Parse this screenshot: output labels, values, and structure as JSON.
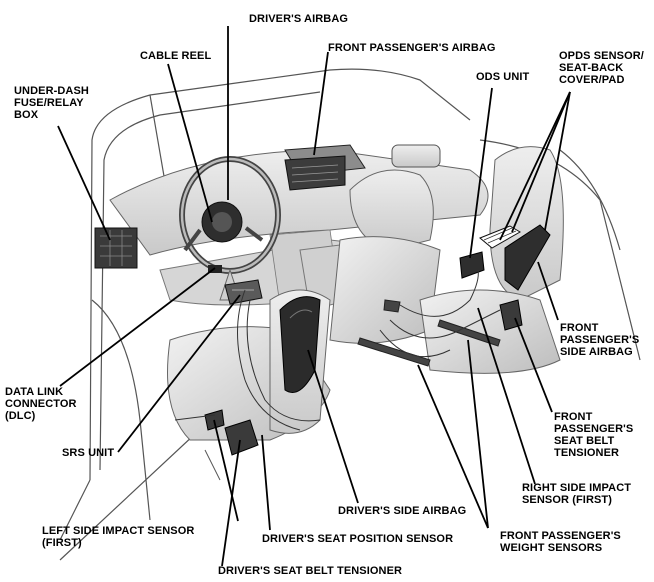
{
  "labels": {
    "drivers_airbag": "DRIVER'S AIRBAG",
    "cable_reel": "CABLE REEL",
    "front_passengers_airbag": "FRONT PASSENGER'S AIRBAG",
    "opds_sensor": "OPDS SENSOR/\nSEAT-BACK\nCOVER/PAD",
    "ods_unit": "ODS UNIT",
    "under_dash_box": "UNDER-DASH\nFUSE/RELAY\nBOX",
    "front_passengers_side_airbag": "FRONT\nPASSENGER'S\nSIDE AIRBAG",
    "data_link_connector": "DATA LINK\nCONNECTOR\n(DLC)",
    "srs_unit": "SRS UNIT",
    "front_passengers_seat_belt_tensioner": "FRONT\nPASSENGER'S\nSEAT BELT\nTENSIONER",
    "right_side_impact_sensor": "RIGHT SIDE IMPACT\nSENSOR (FIRST)",
    "drivers_side_airbag": "DRIVER'S SIDE AIRBAG",
    "left_side_impact_sensor": "LEFT SIDE IMPACT SENSOR\n(FIRST)",
    "drivers_seat_position_sensor": "DRIVER'S SEAT POSITION SENSOR",
    "front_passengers_weight_sensors": "FRONT PASSENGER'S\nWEIGHT SENSORS",
    "drivers_seat_belt_tensioner": "DRIVER'S SEAT BELT TENSIONER"
  },
  "colors": {
    "line": "#000000",
    "component": "#2a2a2a",
    "interior": "#dcdcdc",
    "outline": "#555555"
  }
}
